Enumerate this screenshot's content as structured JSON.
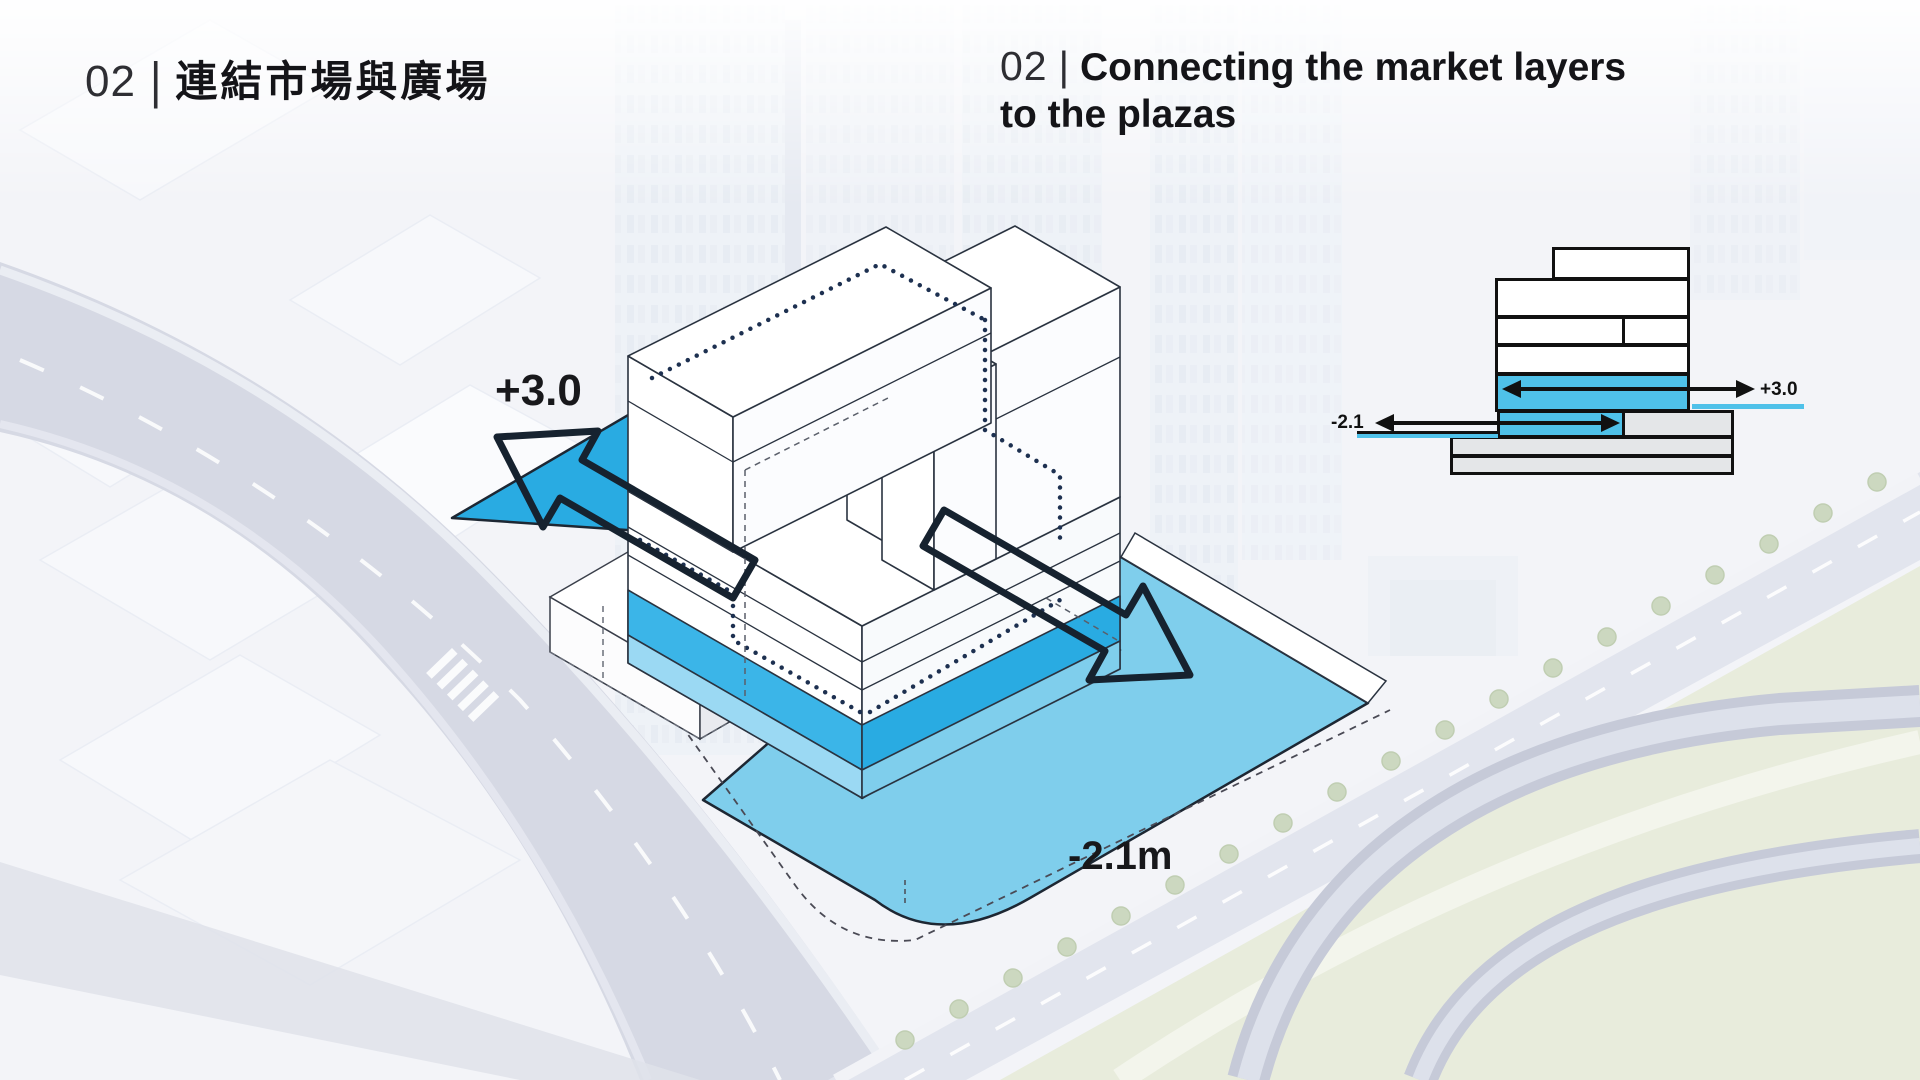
{
  "slide": {
    "title_zh": {
      "number": "02",
      "separator": "|",
      "text": "連結市場與廣場"
    },
    "title_en": {
      "number": "02",
      "separator": "|",
      "text": "Connecting the market layers to the plazas"
    }
  },
  "axon": {
    "label_upper_plaza": "+3.0",
    "label_lower_plaza": "-2.1m",
    "colors": {
      "plaza_dark": "#29ABE2",
      "plaza_light": "#7FCEEC",
      "skirt_left": "#9BD9F3",
      "skirt_right": "#7FCEEC",
      "band_left": "#3BB5E8",
      "band_right": "#29ABE2",
      "outline": "#1d2733",
      "arrow_outline": "#16222f"
    }
  },
  "section": {
    "label_upper": "+3.0",
    "label_lower": "-2.1",
    "colors": {
      "blue": "#4FC1E9",
      "gray": "#E4E6E8",
      "ink": "#111111"
    }
  }
}
